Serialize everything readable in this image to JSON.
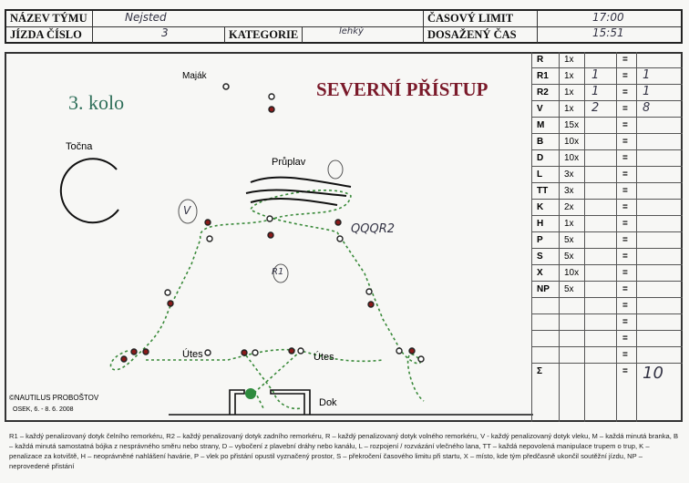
{
  "header": {
    "team_label": "NÁZEV TÝMU",
    "team_value": "Nejsted",
    "run_label": "JÍZDA ČÍSLO",
    "run_value": "3",
    "category_label": "KATEGORIE",
    "category_value": "lehký",
    "time_limit_label": "ČASOVÝ LIMIT",
    "time_limit_value": "17:00",
    "time_achieved_label": "DOSAŽENÝ ČAS",
    "time_achieved_value": "15:51"
  },
  "map": {
    "round": "3. kolo",
    "title": "SEVERNÍ PŘÍSTUP",
    "labels": {
      "lighthouse": "Maják",
      "turntable": "Točna",
      "channel": "Průplav",
      "cliff1": "Útes",
      "cliff2": "Útes",
      "dock": "Dok"
    },
    "handwritten": {
      "v_mark": "V",
      "r2_mark": "QQQR2",
      "r1_mark": "R1"
    },
    "copyright": "©NAUTILUS PROBOŠTOV",
    "event": "OSEK, 6. - 8. 6. 2008"
  },
  "penalties": {
    "rows": [
      {
        "code": "R",
        "mult": "1x",
        "count": "",
        "eq": "=",
        "result": ""
      },
      {
        "code": "R1",
        "mult": "1x",
        "count": "1",
        "eq": "=",
        "result": "1"
      },
      {
        "code": "R2",
        "mult": "1x",
        "count": "1",
        "eq": "=",
        "result": "1"
      },
      {
        "code": "V",
        "mult": "1x",
        "count": "2",
        "eq": "=",
        "result": "8"
      },
      {
        "code": "M",
        "mult": "15x",
        "count": "",
        "eq": "=",
        "result": ""
      },
      {
        "code": "B",
        "mult": "10x",
        "count": "",
        "eq": "=",
        "result": ""
      },
      {
        "code": "D",
        "mult": "10x",
        "count": "",
        "eq": "=",
        "result": ""
      },
      {
        "code": "L",
        "mult": "3x",
        "count": "",
        "eq": "=",
        "result": ""
      },
      {
        "code": "TT",
        "mult": "3x",
        "count": "",
        "eq": "=",
        "result": ""
      },
      {
        "code": "K",
        "mult": "2x",
        "count": "",
        "eq": "=",
        "result": ""
      },
      {
        "code": "H",
        "mult": "1x",
        "count": "",
        "eq": "=",
        "result": ""
      },
      {
        "code": "P",
        "mult": "5x",
        "count": "",
        "eq": "=",
        "result": ""
      },
      {
        "code": "S",
        "mult": "5x",
        "count": "",
        "eq": "=",
        "result": ""
      },
      {
        "code": "X",
        "mult": "10x",
        "count": "",
        "eq": "=",
        "result": ""
      },
      {
        "code": "NP",
        "mult": "5x",
        "count": "",
        "eq": "=",
        "result": ""
      },
      {
        "code": "",
        "mult": "",
        "count": "",
        "eq": "=",
        "result": ""
      },
      {
        "code": "",
        "mult": "",
        "count": "",
        "eq": "=",
        "result": ""
      },
      {
        "code": "",
        "mult": "",
        "count": "",
        "eq": "=",
        "result": ""
      },
      {
        "code": "",
        "mult": "",
        "count": "",
        "eq": "=",
        "result": ""
      }
    ],
    "sum": {
      "code": "Σ",
      "eq": "=",
      "result": "10"
    }
  },
  "legend": "R1 – každý penalizovaný dotyk čelního remorkéru, R2 – každý penalizovaný dotyk zadního remorkéru, R – každý penalizovaný dotyk volného remorkéru, V - každý penalizovaný dotyk vleku, M – každá minutá branka, B – každá minutá samostatná bójka z nesprávného směru nebo strany, D – vybočení z plavební dráhy nebo kanálu, L – rozpojení / rozvázání vlečného lana, TT – každá nepovolená manipulace trupem o trup, K – penalizace za kotviště, H – neoprávněné nahlášení havárie, P – vlek po přistání opustil vyznačený prostor, S – překročení časového limitu při startu, X – místo, kde tým předčasně ukončil soutěžní jízdu, NP – neprovedené přistání",
  "colors": {
    "title": "#7a1a2a",
    "round": "#2f6f5a",
    "route": "#3a8a3a",
    "buoy_red": "#8a1a1a"
  }
}
